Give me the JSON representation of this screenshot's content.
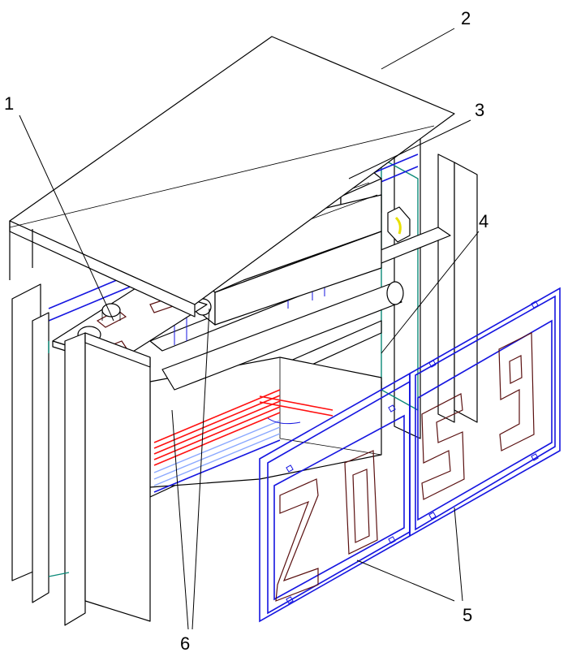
{
  "diagram": {
    "callouts": [
      {
        "id": "1",
        "label": "1"
      },
      {
        "id": "2",
        "label": "2"
      },
      {
        "id": "3",
        "label": "3"
      },
      {
        "id": "4",
        "label": "4"
      },
      {
        "id": "5",
        "label": "5"
      },
      {
        "id": "6",
        "label": "6"
      }
    ],
    "panel_digits": [
      {
        "panel": "left",
        "digits": "20"
      },
      {
        "panel": "right",
        "digits": "59"
      }
    ],
    "colors": {
      "outline": "#000000",
      "frame_blue": "#1515e0",
      "tube_red": "#ff1010",
      "tube_light_blue": "#8aa8ff",
      "glass_teal": "#0b8a78",
      "led_brown": "#5a1010",
      "terminal_yellow": "#e8e000"
    }
  }
}
